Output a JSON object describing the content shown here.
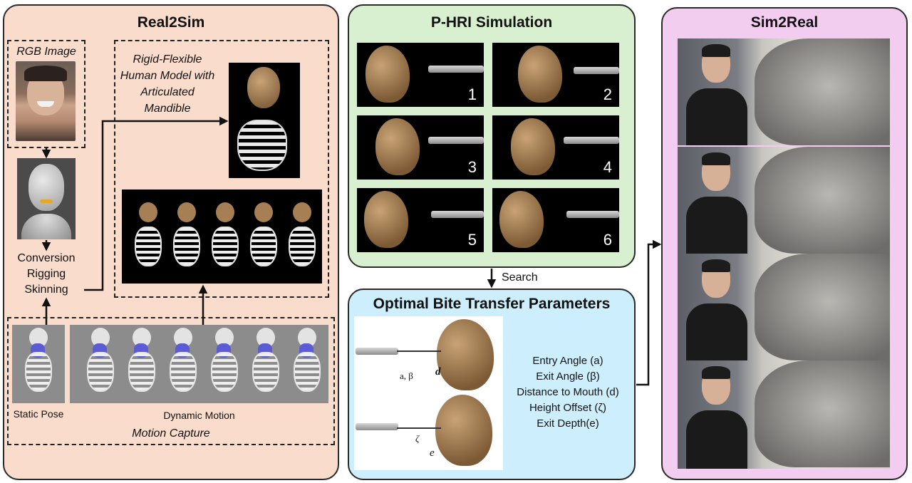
{
  "panels": {
    "real2sim": {
      "title": "Real2Sim",
      "rgb_label": "RGB Image",
      "model_label": "Rigid-Flexible Human Model with Articulated Mandible",
      "conversion_lines": [
        "Conversion",
        "Rigging",
        "Skinning"
      ],
      "static_pose": "Static Pose",
      "dynamic_motion": "Dynamic Motion",
      "motion_capture": "Motion Capture"
    },
    "phri": {
      "title": "P-HRI Simulation",
      "frames": [
        "1",
        "2",
        "3",
        "4",
        "5",
        "6"
      ]
    },
    "search_label": "Search",
    "optimal": {
      "title": "Optimal Bite Transfer Parameters",
      "params": [
        "Entry Angle (a)",
        "Exit Angle (β)",
        "Distance to Mouth (d)",
        "Height Offset (ζ)",
        "Exit Depth(e)"
      ],
      "diagram_labels": {
        "angles": "a, β",
        "distance": "d",
        "height": "ζ",
        "depth": "e"
      }
    },
    "sim2real": {
      "title": "Sim2Real"
    }
  },
  "colors": {
    "real2sim_bg": "#f9dccb",
    "phri_bg": "#d8f0cf",
    "optimal_bg": "#cdeefc",
    "sim2real_bg": "#f3cdef"
  }
}
